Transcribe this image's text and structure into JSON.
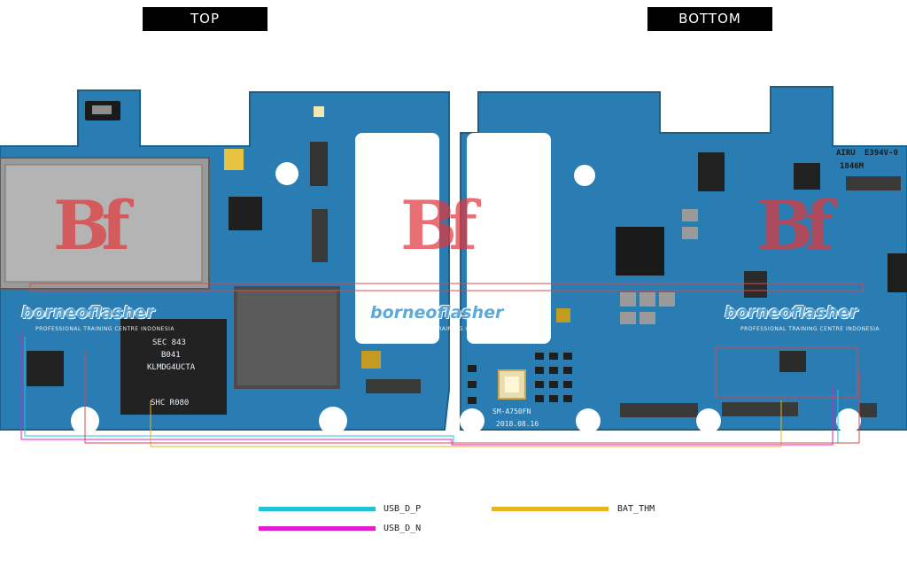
{
  "labels": {
    "top": "TOP",
    "bottom": "BOTTOM"
  },
  "watermark": {
    "brand": "borneoflasher",
    "tagline": "PROFESSIONAL TRAINING CENTRE INDONESIA",
    "logo": "Bf"
  },
  "silkscreen": {
    "top_chip_1": "SEC 843",
    "top_chip_2": "B041",
    "top_chip_3": "KLMDG4UCTA",
    "top_chip_4": "SHC R080",
    "bottom_marking_1": "E394V-0",
    "bottom_marking_2": "1846M",
    "bottom_model": "SM-A750FN",
    "bottom_date": "2018.08.16",
    "bottom_mark_1": "AIRU"
  },
  "legend": [
    {
      "name": "USB_D_P",
      "color": "#22c3d8"
    },
    {
      "name": "USB_D_N",
      "color": "#e01ccc"
    },
    {
      "name": "BAT_THM",
      "color": "#e8b321"
    }
  ],
  "colors": {
    "pcb": "#2b7fb4",
    "pcb_dark": "#1f6898",
    "trace_red": "#d84848"
  }
}
